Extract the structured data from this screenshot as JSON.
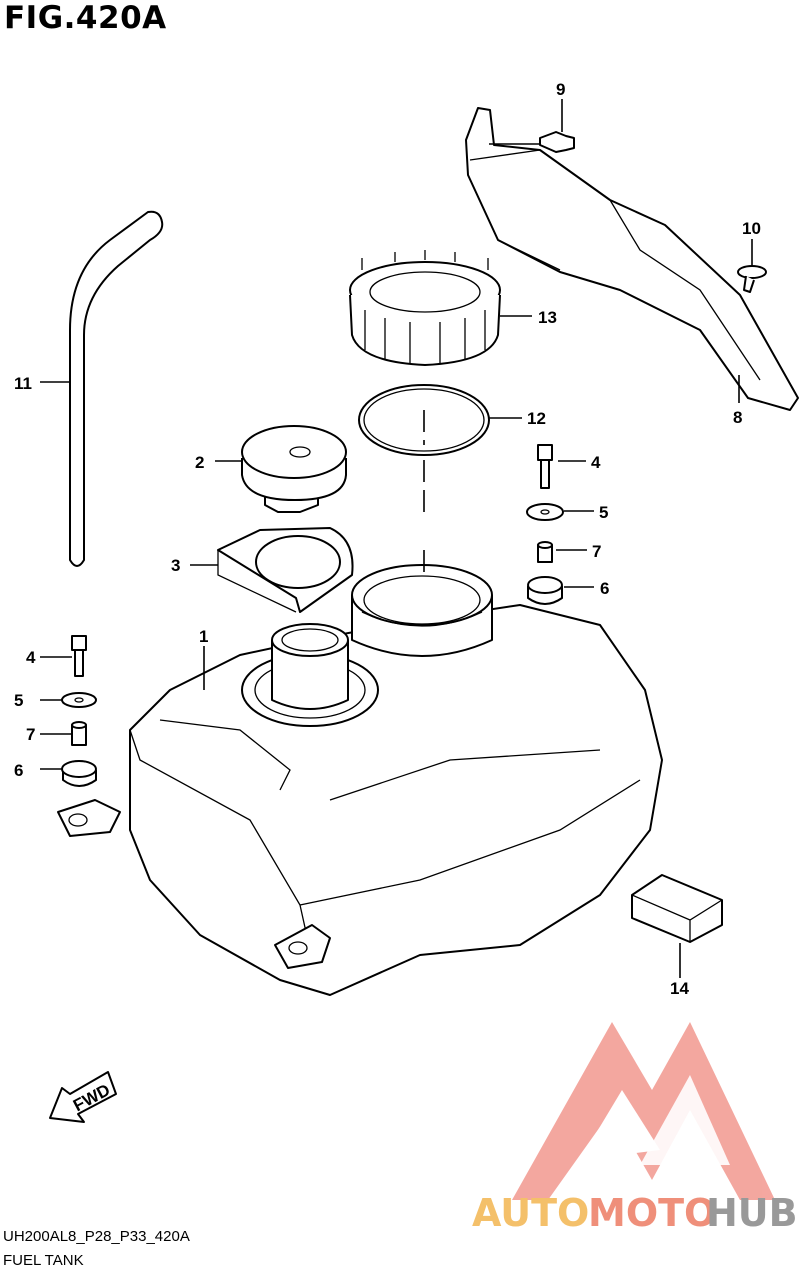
{
  "figure": {
    "title": "FIG.420A",
    "code": "UH200AL8_P28_P33_420A",
    "caption": "FUEL TANK"
  },
  "callouts": [
    "1",
    "2",
    "3",
    "4",
    "4",
    "5",
    "5",
    "6",
    "6",
    "7",
    "7",
    "8",
    "9",
    "10",
    "11",
    "12",
    "13",
    "14"
  ],
  "fwd_arrow": {
    "label": "FWD"
  },
  "watermark": {
    "word1": "AUTO",
    "word2": "MOTO",
    "word3": "HUB",
    "color_a": "#f4c06a",
    "color_b": "#ef8f7a",
    "color_c": "#999999",
    "logo_color": "#f08a80"
  }
}
